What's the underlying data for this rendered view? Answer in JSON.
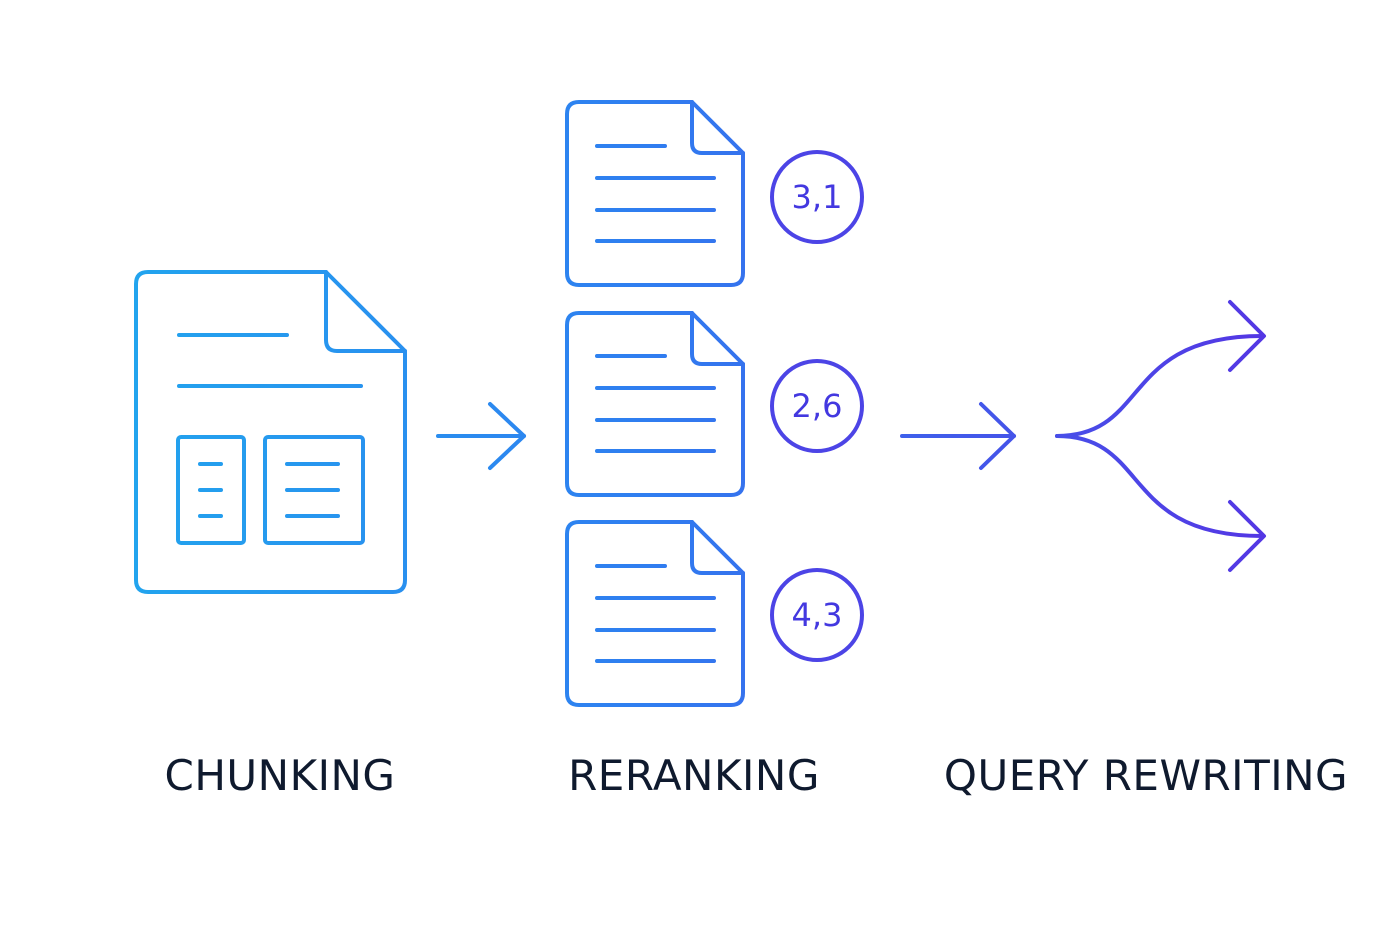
{
  "stages": [
    {
      "label": "CHUNKING"
    },
    {
      "label": "RERANKING"
    },
    {
      "label": "QUERY REWRITING"
    }
  ],
  "rerank_scores": [
    "3,1",
    "2,6",
    "4,3"
  ],
  "colors": {
    "gradient_start": "#22a4ee",
    "gradient_end": "#5436e4",
    "score_text": "#4338e0",
    "caption_text": "#0f1a2e",
    "background": "#ffffff"
  },
  "icons": [
    "source-document-icon",
    "arrow-right-icon",
    "ranked-document-icon",
    "score-badge",
    "fork-arrows-icon"
  ]
}
